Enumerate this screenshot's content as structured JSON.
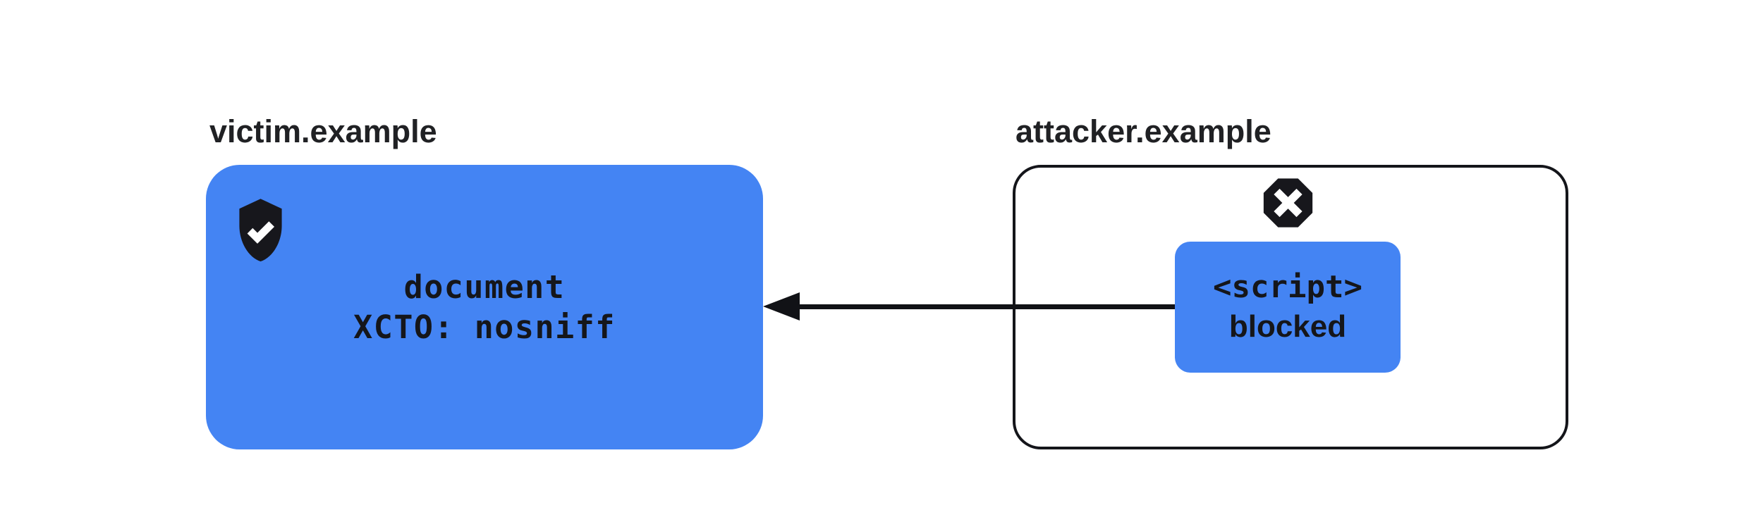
{
  "victim": {
    "label": "victim.example",
    "icon": "shield-check-icon",
    "line1": "document",
    "line2": "XCTO: nosniff"
  },
  "attacker": {
    "label": "attacker.example",
    "icon": "blocked-cross-octagon-icon",
    "script": {
      "line1": "<script>",
      "line2": "blocked"
    }
  },
  "arrow": {
    "direction": "right-to-left"
  },
  "colors": {
    "accent_blue": "#4484f3",
    "ink": "#15161a",
    "label_text": "#202124",
    "background": "#ffffff"
  }
}
